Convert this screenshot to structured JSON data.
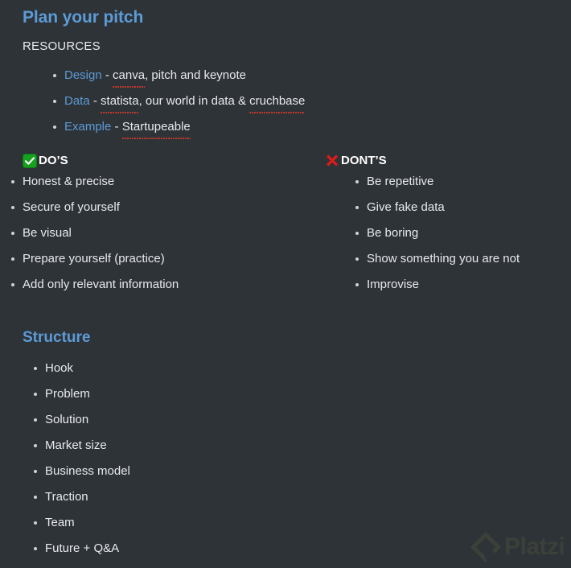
{
  "page": {
    "background_color": "#2e3338",
    "text_color": "#e8eaec",
    "accent_color": "#5c9bd6",
    "spellcheck_underline_color": "#c0392b"
  },
  "title": "Plan your pitch",
  "resources": {
    "label": "RESOURCES",
    "items": [
      {
        "link": "Design",
        "dash": " - ",
        "misspelled": "canva",
        "rest": ", pitch and keynote"
      },
      {
        "link": "Data",
        "dash": " - ",
        "misspelled": "statista",
        "rest": ", our world in data & ",
        "misspelled2": "cruchbase"
      },
      {
        "link": "Example",
        "dash": " - ",
        "misspelled": "Startupeable",
        "rest": ""
      }
    ]
  },
  "dos": {
    "icon": "white-check-mark-emoji",
    "heading": "DO’S",
    "items": [
      "Honest & precise",
      "Secure of yourself",
      "Be visual",
      "Prepare yourself (practice)",
      "Add only relevant information"
    ]
  },
  "donts": {
    "icon": "cross-mark-emoji",
    "heading": "DONT’S",
    "items": [
      "Be repetitive",
      "Give fake data",
      "Be boring",
      "Show something you are not",
      "Improvise"
    ]
  },
  "structure": {
    "heading": "Structure",
    "items": [
      "Hook",
      "Problem",
      "Solution",
      "Market size",
      "Business model",
      "Traction",
      "Team",
      "Future + Q&A"
    ]
  },
  "watermark": {
    "text": "Platzi",
    "color": "#3b4039"
  }
}
